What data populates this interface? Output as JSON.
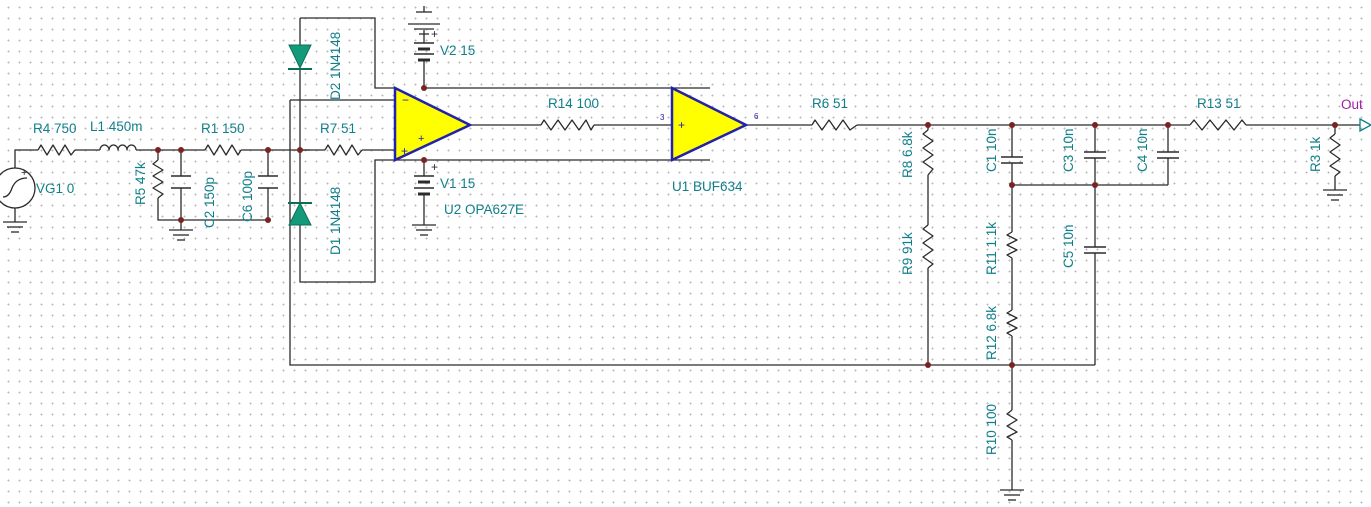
{
  "colors": {
    "wire": "#2b2b2b",
    "label": "#0f7f8a",
    "opamp_fill": "#ffff00",
    "opamp_outline": "#2222aa",
    "diode": "#139a7a",
    "junction": "#7b2222",
    "port_label": "#a020a0",
    "port": "#0f7f8a"
  },
  "labels": {
    "R4": "R4 750",
    "L1": "L1 450m",
    "R1": "R1 150",
    "R5": "R5 47k",
    "C2": "C2 150p",
    "C6": "C6 100p",
    "R7": "R7 51",
    "D2": "D2 1N4148",
    "D1": "D1 1N4148",
    "V2": "V2 15",
    "V1": "V1 15",
    "U2": "U2 OPA627E",
    "R14": "R14 100",
    "U1": "U1 BUF634",
    "R6": "R6 51",
    "R8": "R8 6.8k",
    "R9": "R9 91k",
    "C1": "C1 10n",
    "C3": "C3 10n",
    "C4": "C4 10n",
    "C5": "C5 10n",
    "R11": "R11 1.1k",
    "R12": "R12 6.8k",
    "R10": "R10 100",
    "R13": "R13 51",
    "R3": "R3 1k",
    "VG1": "VG1 0",
    "out": "Out"
  },
  "pins": {
    "u1_in": "3",
    "u1_out": "6"
  },
  "symbols": {
    "plus": "+",
    "minus": "−"
  }
}
